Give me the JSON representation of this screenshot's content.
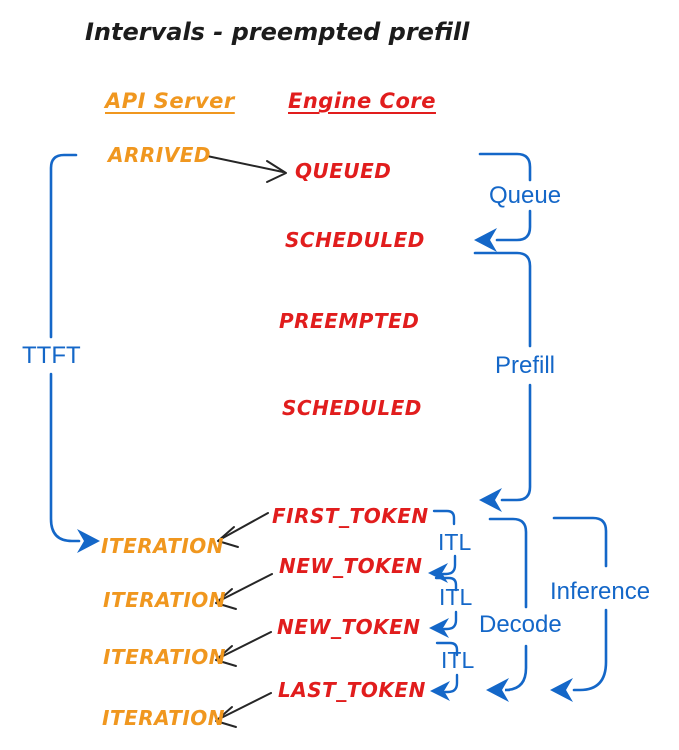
{
  "title": "Intervals - preempted prefill",
  "columns": {
    "api_server": "API Server",
    "engine_core": "Engine Core"
  },
  "api_events": {
    "arrived": "ARRIVED",
    "iteration1": "ITERATION",
    "iteration2": "ITERATION",
    "iteration3": "ITERATION",
    "iteration4": "ITERATION"
  },
  "engine_events": {
    "queued": "QUEUED",
    "scheduled1": "SCHEDULED",
    "preempted": "PREEMPTED",
    "scheduled2": "SCHEDULED",
    "first_token": "FIRST_TOKEN",
    "new_token1": "NEW_TOKEN",
    "new_token2": "NEW_TOKEN",
    "last_token": "LAST_TOKEN"
  },
  "intervals": {
    "ttft": "TTFT",
    "queue": "Queue",
    "prefill": "Prefill",
    "itl1": "ITL",
    "itl2": "ITL",
    "itl3": "ITL",
    "decode": "Decode",
    "inference": "Inference"
  },
  "colors": {
    "api_server_orange": "#f0971f",
    "engine_core_red": "#e11d1d",
    "interval_blue": "#1467c8",
    "transition_arrow_black": "#262626",
    "title_black": "#1c1c1c",
    "background": "#ffffff"
  }
}
